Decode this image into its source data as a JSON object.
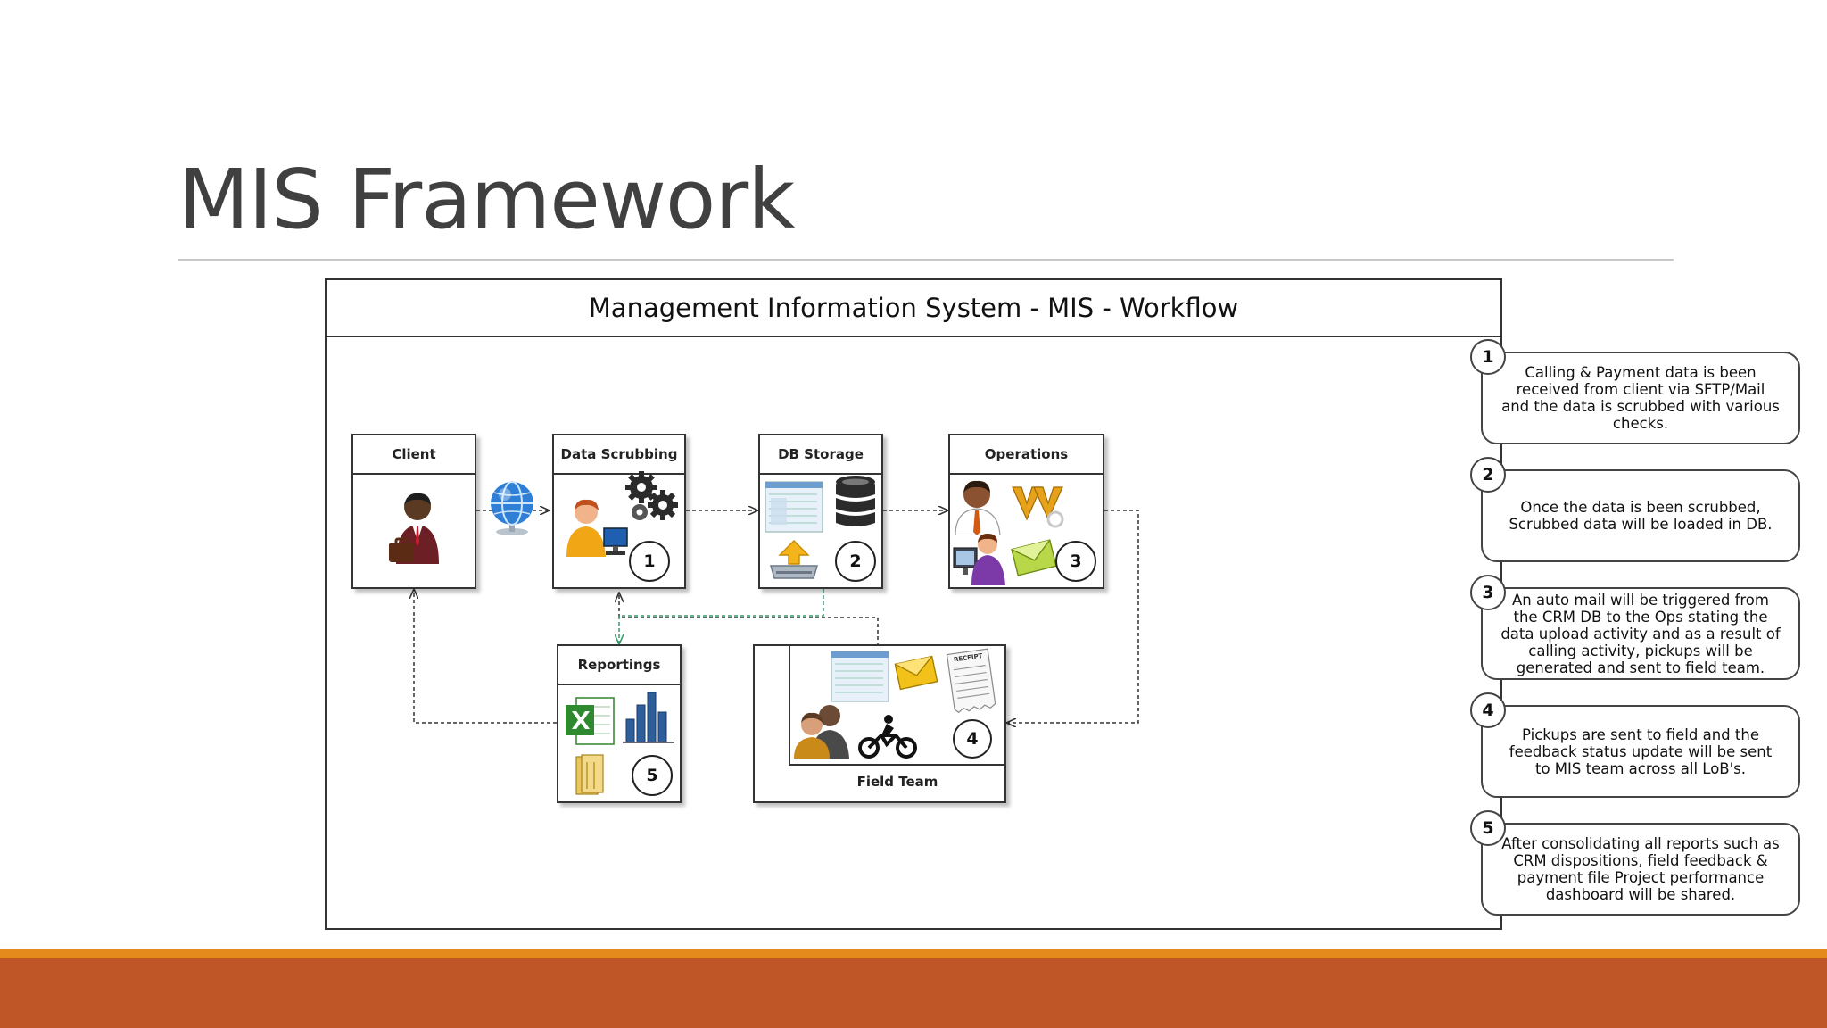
{
  "slide": {
    "title": "MIS Framework"
  },
  "diagram": {
    "title": "Management Information System - MIS - Workflow",
    "nodes": [
      {
        "label": "Client"
      },
      {
        "label": "Data Scrubbing",
        "step": "1"
      },
      {
        "label": "DB Storage",
        "step": "2"
      },
      {
        "label": "Operations",
        "step": "3"
      },
      {
        "label": "Field Team",
        "step": "4"
      },
      {
        "label": "Reportings",
        "step": "5"
      }
    ],
    "notes": [
      {
        "num": "1",
        "text": "Calling & Payment data is been received from client via SFTP/Mail and the data is scrubbed with various checks."
      },
      {
        "num": "2",
        "text": "Once the data is been scrubbed, Scrubbed data will be loaded in DB."
      },
      {
        "num": "3",
        "text": "An auto mail will be triggered from the CRM DB to the Ops stating the data upload activity and as a result of calling activity, pickups will be generated  and sent to field team."
      },
      {
        "num": "4",
        "text": "Pickups are sent to field and the feedback status update will be sent to MIS team across all LoB's."
      },
      {
        "num": "5",
        "text": "After consolidating all reports such as CRM dispositions, field feedback & payment file Project performance dashboard will be shared."
      }
    ]
  },
  "colors": {
    "title_text": "#404040",
    "footer_orange": "#e48a1c",
    "footer_rust": "#be5628",
    "green_connector": "#3a9a6a"
  }
}
